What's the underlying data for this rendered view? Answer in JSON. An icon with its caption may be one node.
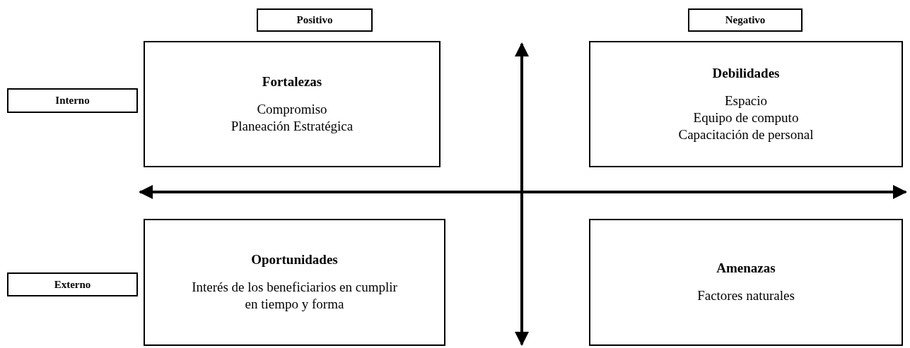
{
  "diagram": {
    "nodes": [
      {
        "text": [
          "Positivo"
        ]
      },
      {
        "text": [
          "Negativo"
        ]
      },
      {
        "text": [
          "Interno"
        ]
      },
      {
        "text": [
          "Fortalezas",
          "Compromiso",
          "Planeación Estratégica"
        ]
      },
      {
        "text": [
          "Debilidades",
          "Espacio",
          "Equipo de computo",
          "Capacitación de personal"
        ]
      },
      {
        "text": [
          "Externo"
        ]
      },
      {
        "text": [
          "Oportunidades",
          "Interés de los beneficiarios en cumplir en tiempo y forma"
        ]
      },
      {
        "text": [
          "Amenazas",
          "Factores naturales"
        ]
      }
    ],
    "edges": []
  }
}
